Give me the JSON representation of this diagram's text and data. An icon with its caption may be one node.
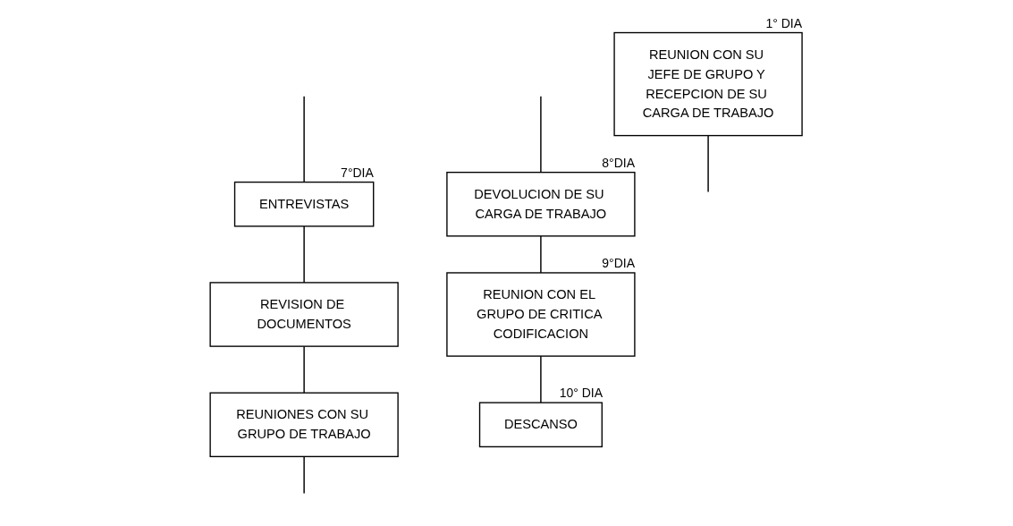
{
  "diagram": {
    "nodes": [
      {
        "text": [
          "REUNION CON SU JEFE DE GRUPO Y RECEPCION DE SU CARGA DE TRABAJO"
        ],
        "beside": [
          "1° DIA"
        ]
      },
      {
        "text": [
          "ENTREVISTAS"
        ],
        "beside": [
          "7°DIA"
        ]
      },
      {
        "text": [
          "REVISION DE DOCUMENTOS"
        ]
      },
      {
        "text": [
          "REUNIONES CON SU GRUPO DE TRABAJO"
        ]
      },
      {
        "text": [
          "DEVOLUCION DE SU CARGA DE TRABAJO"
        ],
        "beside": [
          "8°DIA"
        ]
      },
      {
        "text": [
          "REUNION CON EL GRUPO DE CRITICA CODIFICACION"
        ],
        "beside": [
          "9°DIA"
        ]
      },
      {
        "text": [
          "DESCANSO"
        ],
        "beside": [
          "10° DIA"
        ]
      }
    ],
    "edges": [
      {
        "from": 0,
        "to": null,
        "arrow": "none"
      },
      {
        "from": null,
        "to": 1,
        "arrow": "none"
      },
      {
        "from": 1,
        "to": 2,
        "arrow": "none"
      },
      {
        "from": 2,
        "to": 3,
        "arrow": "none"
      },
      {
        "from": 3,
        "to": null,
        "arrow": "none"
      },
      {
        "from": null,
        "to": 4,
        "arrow": "none"
      },
      {
        "from": 4,
        "to": 5,
        "arrow": "none"
      },
      {
        "from": 5,
        "to": 6,
        "arrow": "none"
      }
    ]
  }
}
